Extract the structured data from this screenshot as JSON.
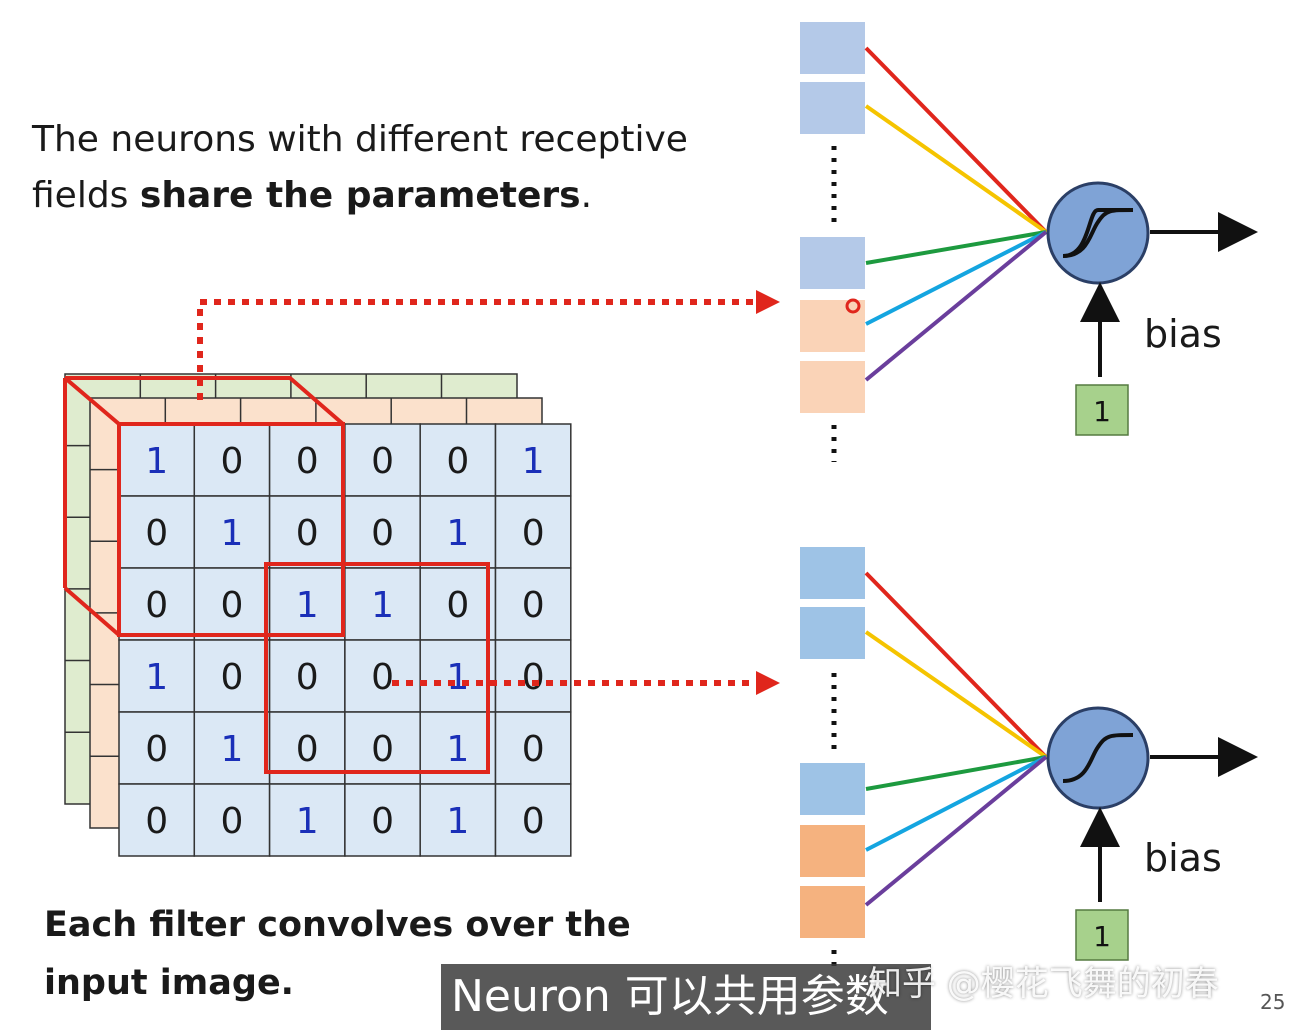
{
  "top_text": {
    "prefix": "The neurons with different receptive",
    "line2_prefix": "fields ",
    "bold": "share the parameters",
    "suffix": "."
  },
  "bottom_text": {
    "line1": "Each filter convolves over the",
    "line2": "input image."
  },
  "grid": {
    "rows": [
      [
        "1",
        "0",
        "0",
        "0",
        "0",
        "1"
      ],
      [
        "0",
        "1",
        "0",
        "0",
        "1",
        "0"
      ],
      [
        "0",
        "0",
        "1",
        "1",
        "0",
        "0"
      ],
      [
        "1",
        "0",
        "0",
        "0",
        "1",
        "0"
      ],
      [
        "0",
        "1",
        "0",
        "0",
        "1",
        "0"
      ],
      [
        "0",
        "0",
        "1",
        "0",
        "1",
        "0"
      ]
    ]
  },
  "neuron1": {
    "bias_label": "bias",
    "bias_input": "1"
  },
  "neuron2": {
    "bias_label": "bias",
    "bias_input": "1"
  },
  "subtitle": "Neuron 可以共用参数",
  "watermark": "知乎 @樱花飞舞的初春",
  "page_number": "25",
  "colors": {
    "grid_fill": "#dbe8f5",
    "back_layer_orange": "#fbe1cc",
    "back_layer_green": "#dfeccf",
    "receptive_box": "#e0261c",
    "one_digit": "#1a2fb8",
    "neuron_fill": "#7fa3d6",
    "bias_box": "#a7d18c",
    "input_blue_light": "#b4c9e8",
    "input_orange_light": "#fad3b7",
    "input_blue": "#9ec3e6",
    "input_orange": "#f5b27f",
    "edge_colors": [
      "#e0261c",
      "#f5c400",
      "#1d9a3f",
      "#14a5e0",
      "#6a3e9c"
    ]
  }
}
